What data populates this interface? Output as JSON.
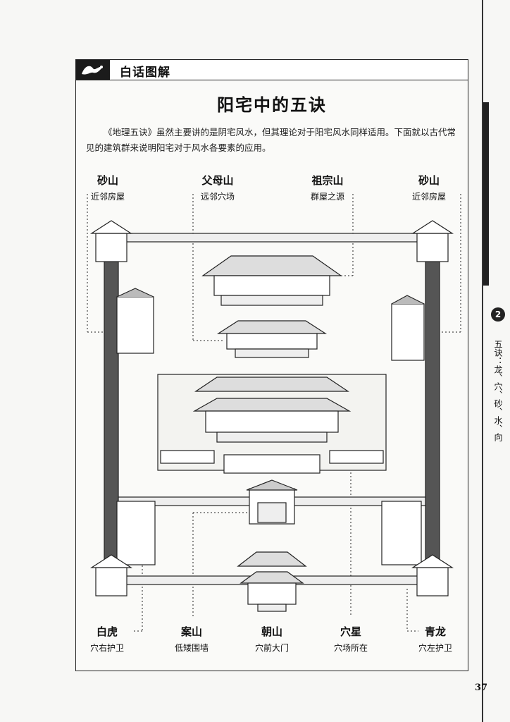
{
  "banner": {
    "title": "白话图解"
  },
  "main_title": "阳宅中的五诀",
  "intro": "《地理五诀》虽然主要讲的是阴宅风水，但其理论对于阳宅风水同样适用。下面就以古代常见的建筑群来说明阳宅对于风水各要素的应用。",
  "labels": {
    "top": [
      {
        "title": "砂山",
        "sub": "近邻房屋"
      },
      {
        "title": "父母山",
        "sub": "远邻穴场"
      },
      {
        "title": "祖宗山",
        "sub": "群屋之源"
      },
      {
        "title": "砂山",
        "sub": "近邻房屋"
      }
    ],
    "bottom": [
      {
        "title": "白虎",
        "sub": "穴右护卫"
      },
      {
        "title": "案山",
        "sub": "低矮围墙"
      },
      {
        "title": "朝山",
        "sub": "穴前大门"
      },
      {
        "title": "穴星",
        "sub": "穴场所在"
      },
      {
        "title": "青龙",
        "sub": "穴左护卫"
      }
    ]
  },
  "side": {
    "number": "2",
    "text": "五诀：龙、穴、砂、水、向"
  },
  "page_number": "37"
}
